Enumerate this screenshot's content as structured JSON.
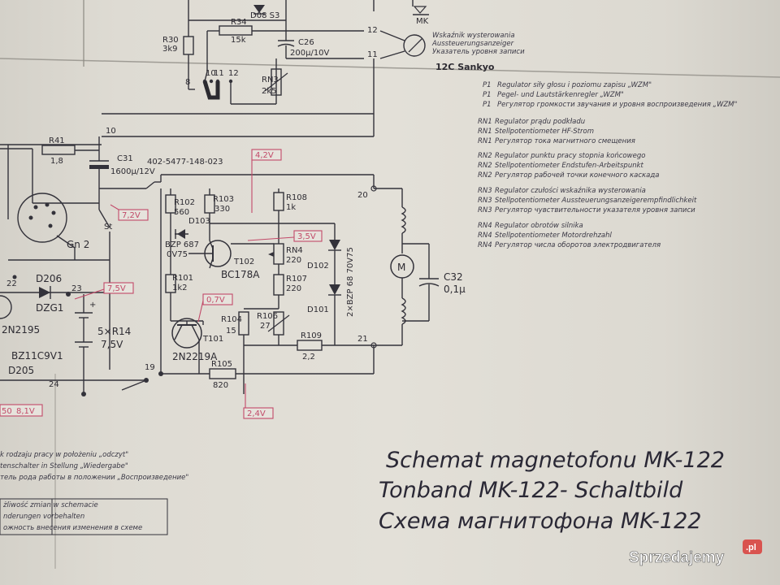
{
  "top": {
    "d_label": "D08 S3",
    "r34": {
      "name": "R34",
      "value": "15k"
    },
    "r30": {
      "name": "R30",
      "value": "3k9"
    },
    "c26": {
      "name": "C26",
      "value": "200µ/10V"
    },
    "rn3": {
      "name": "RN3",
      "value": "2k5"
    },
    "pins": [
      "8",
      "10",
      "11",
      "12"
    ],
    "node12": "12",
    "node11": "11",
    "node10": "10",
    "mk": "MK"
  },
  "meter": {
    "lines": [
      "Wskaźnik wysterowania",
      "Aussteuerungsanzeiger",
      "Указатель уровня записи"
    ],
    "model": "12C Sankyo"
  },
  "legend": [
    {
      "code": "P1",
      "text": "Regulator siły głosu i poziomu zapisu „WZM\""
    },
    {
      "code": "P1",
      "text": "Pegel- und Lautstärkenregler „WZM\""
    },
    {
      "code": "P1",
      "text": "Регулятор громкости звучания и уровня воспроизведения „WZM\""
    },
    {
      "code": "RN1",
      "text": "Regulator prądu podkładu"
    },
    {
      "code": "RN1",
      "text": "Stellpotentiometer HF-Strom"
    },
    {
      "code": "RN1",
      "text": "Регулятор тока магнитного смещения"
    },
    {
      "code": "RN2",
      "text": "Regulator punktu pracy stopnia końcowego"
    },
    {
      "code": "RN2",
      "text": "Stellpotentiometer Endstufen-Arbeitspunkt"
    },
    {
      "code": "RN2",
      "text": "Регулятор рабочей точки конечного каскада"
    },
    {
      "code": "RN3",
      "text": "Regulator czułości wskaźnika wysterowania"
    },
    {
      "code": "RN3",
      "text": "Stellpotentiometer Aussteuerungsanzeigerempfindlichkeit"
    },
    {
      "code": "RN3",
      "text": "Регулятор чувствительности указателя уровня записи"
    },
    {
      "code": "RN4",
      "text": "Regulator obrotów silnika"
    },
    {
      "code": "RN4",
      "text": "Stellpotentiometer Motordrehzahl"
    },
    {
      "code": "RN4",
      "text": "Регулятор числа оборотов электродвигателя"
    }
  ],
  "circuit": {
    "r41": {
      "name": "R41",
      "value": "1,8"
    },
    "c31": {
      "name": "C31",
      "value": "1600µ/12V"
    },
    "part_number": "402-5477-148-023",
    "gn2": "Gn 2",
    "st": "St",
    "r102": {
      "name": "R102",
      "value": "560"
    },
    "r103": {
      "name": "R103",
      "value": "330"
    },
    "r108": {
      "name": "R108",
      "value": "1k"
    },
    "d103": "D103",
    "bzp687": {
      "name": "BZP 687",
      "value": "0V75"
    },
    "t102": {
      "name": "T102",
      "value": "BC178A"
    },
    "rn4": {
      "name": "RN4",
      "value": "220"
    },
    "r107": {
      "name": "R107",
      "value": "220"
    },
    "r106": {
      "name": "R106",
      "value": "27"
    },
    "r104": {
      "name": "R104",
      "value": "15"
    },
    "r109": {
      "name": "R109",
      "value": "2,2"
    },
    "r105": {
      "name": "R105",
      "value": "820"
    },
    "r101": {
      "name": "R101",
      "value": "1k2"
    },
    "t101": {
      "name": "T101",
      "value": "2N2219A"
    },
    "d102": "D102",
    "d101": "D101",
    "dual_diode": "2×BZP 68 70V75",
    "motor": "M",
    "c32": {
      "name": "C32",
      "value": "0,1µ"
    },
    "d206": "D206",
    "dzg1": "DZG1",
    "t_left": "2N2195",
    "battery": {
      "name": "5×R14",
      "value": "7,5V"
    },
    "bz": "BZ11C9V1",
    "d205": "D205",
    "nodes": [
      "22",
      "23",
      "24",
      "19",
      "20",
      "21"
    ]
  },
  "voltages": [
    "4,2V",
    "7,2V",
    "3,5V",
    "7,5V",
    "0,7V",
    "2,4V",
    "50",
    "8,1V"
  ],
  "bottom_notes": [
    "k rodzaju pracy w położeniu „odczyt\"",
    "tenschalter in Stellung „Wiedergabe\"",
    "тель рода работы в положении „Воспроизведение\"",
    "żliwość zmian w schemacie",
    "nderungen vorbehalten",
    "ожность внесения изменения в схеме"
  ],
  "title": {
    "pl": "Schemat magnetofonu MK-122",
    "de": "Tonband MK-122- Schaltbild",
    "ru": "Схема магнитофона MK-122"
  },
  "watermark": {
    "brand": "Sprzedajemy",
    "suffix": ".pl"
  }
}
